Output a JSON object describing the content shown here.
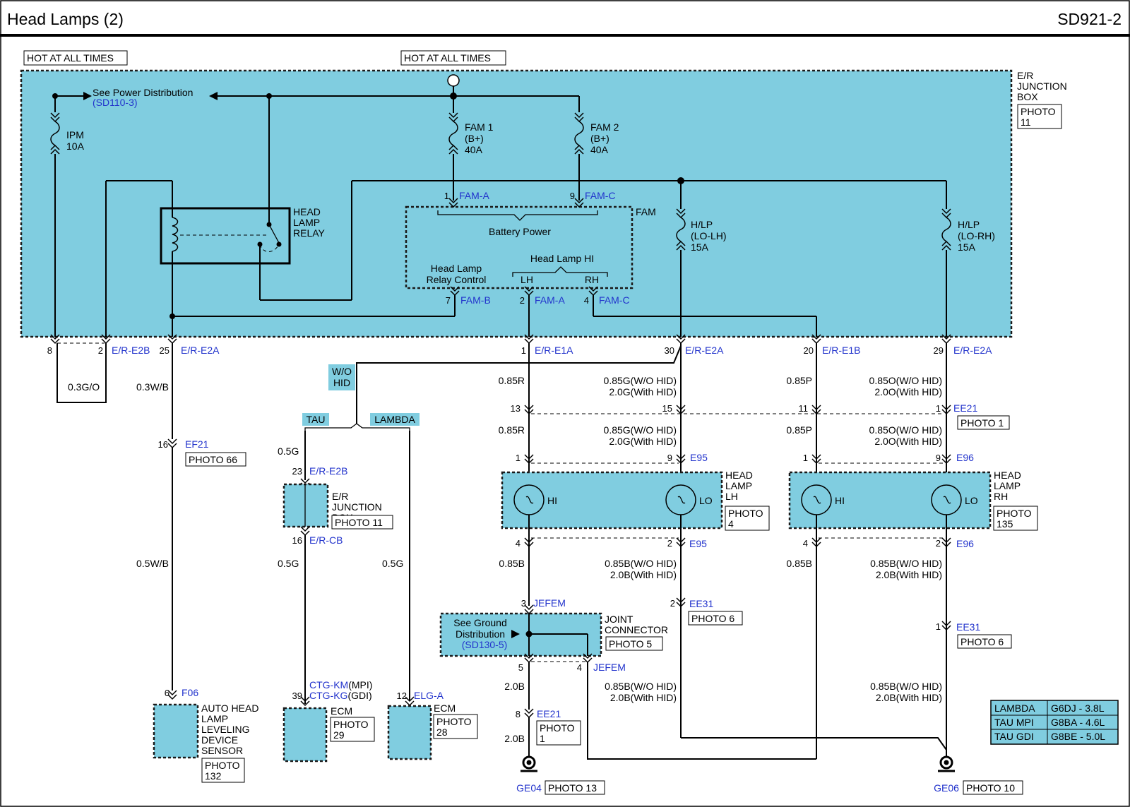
{
  "header": {
    "title": "Head Lamps (2)",
    "page_code": "SD921-2"
  },
  "top": {
    "hot_left": "HOT AT ALL TIMES",
    "hot_center": "HOT AT ALL TIMES"
  },
  "er_junction_box": {
    "label_1": "E/R",
    "label_2": "JUNCTION",
    "label_3": "BOX",
    "photo_1": "PHOTO",
    "photo_2": "11"
  },
  "power_dist": {
    "label": "See Power Distribution",
    "ref": "(SD110-3)"
  },
  "fuses": {
    "ipm": {
      "name": "IPM",
      "rating": "10A"
    },
    "fam1": {
      "name": "FAM 1",
      "sub": "(B+)",
      "rating": "40A"
    },
    "fam2": {
      "name": "FAM 2",
      "sub": "(B+)",
      "rating": "40A"
    },
    "hlp_lh": {
      "name": "H/LP",
      "sub": "(LO-LH)",
      "rating": "15A"
    },
    "hlp_rh": {
      "name": "H/LP",
      "sub": "(LO-RH)",
      "rating": "15A"
    }
  },
  "relay": {
    "line_1": "HEAD",
    "line_2": "LAMP",
    "line_3": "RELAY"
  },
  "fam": {
    "label": "FAM",
    "battery_power": "Battery Power",
    "relay_control_1": "Head Lamp",
    "relay_control_2": "Relay Control",
    "head_lamp_hi": "Head Lamp HI",
    "lh": "LH",
    "rh": "RH",
    "pins": [
      {
        "num": "1",
        "conn": "FAM-A"
      },
      {
        "num": "9",
        "conn": "FAM-C"
      },
      {
        "num": "7",
        "conn": "FAM-B"
      },
      {
        "num": "2",
        "conn": "FAM-A"
      },
      {
        "num": "4",
        "conn": "FAM-C"
      }
    ]
  },
  "bottom_pins": [
    {
      "num": "8",
      "conn": ""
    },
    {
      "num": "2",
      "conn": "E/R-E2B"
    },
    {
      "num": "25",
      "conn": "E/R-E2A"
    },
    {
      "num": "1",
      "conn": "E/R-E1A"
    },
    {
      "num": "30",
      "conn": "E/R-E2A"
    },
    {
      "num": "20",
      "conn": "E/R-E1B"
    },
    {
      "num": "29",
      "conn": "E/R-E2A"
    }
  ],
  "wires": {
    "w_03go": "0.3G/O",
    "w_03wb": "0.3W/B",
    "w_05wb": "0.5W/B",
    "w_05g_a": "0.5G",
    "w_05g_b": "0.5G",
    "w_05g_c": "0.5G",
    "w_085r_a": "0.85R",
    "w_085r_b": "0.85R",
    "w_g_woh_a": "0.85G(W/O HID)",
    "w_g_wh_a": "2.0G(With HID)",
    "w_g_woh_b": "0.85G(W/O HID)",
    "w_g_wh_b": "2.0G(With HID)",
    "w_085p_a": "0.85P",
    "w_085p_b": "0.85P",
    "w_o_woh_a": "0.85O(W/O HID)",
    "w_o_wh_a": "2.0O(With HID)",
    "w_o_woh_b": "0.85O(W/O HID)",
    "w_o_wh_b": "2.0O(With HID)",
    "w_085b_a": "0.85B",
    "w_085b_b": "0.85B",
    "w_b_woh_a": "0.85B(W/O HID)",
    "w_b_wh_a": "2.0B(With HID)",
    "w_b_woh_b": "0.85B(W/O HID)",
    "w_b_wh_b": "2.0B(With HID)",
    "w_b_woh_c": "0.85B(W/O HID)",
    "w_b_wh_c": "2.0B(With HID)",
    "w_b_woh_d": "0.85B(W/O HID)",
    "w_b_wh_d": "2.0B(With HID)",
    "w_20b_a": "2.0B",
    "w_20b_b": "2.0B"
  },
  "variants": {
    "wo_hid_1": "W/O",
    "wo_hid_2": "HID",
    "tau": "TAU",
    "lambda": "LAMBDA"
  },
  "connectors": {
    "ef21": {
      "pin": "16",
      "name": "EF21",
      "photo": "PHOTO 66"
    },
    "er_e2b_23": {
      "pin": "23",
      "name": "E/R-E2B"
    },
    "er_cb_16": {
      "pin": "16",
      "name": "E/R-CB"
    },
    "er_jb2": {
      "l1": "E/R",
      "l2": "JUNCTION",
      "l3": "BOX",
      "photo": "PHOTO 11"
    },
    "ee21_top": {
      "p13": "13",
      "p15": "15",
      "p11": "11",
      "p1": "1",
      "name": "EE21",
      "photo": "PHOTO 1"
    },
    "e95_top": {
      "p1": "1",
      "p9": "9",
      "name": "E95"
    },
    "e95_bot": {
      "p4": "4",
      "p2": "2",
      "name": "E95"
    },
    "e96_top": {
      "p1": "1",
      "p9": "9",
      "name": "E96"
    },
    "e96_bot": {
      "p4": "4",
      "p2": "2",
      "name": "E96"
    },
    "ee31_a": {
      "pin": "2",
      "name": "EE31",
      "photo": "PHOTO 6"
    },
    "ee31_b": {
      "pin": "1",
      "name": "EE31",
      "photo": "PHOTO 6"
    },
    "jefem_3": {
      "pin": "3",
      "name": "JEFEM"
    },
    "jefem_5": {
      "pin": "5"
    },
    "jefem_4": {
      "pin": "4",
      "name": "JEFEM"
    },
    "ee21_bot": {
      "pin": "8",
      "name": "EE21",
      "photo_1": "PHOTO",
      "photo_2": "1"
    },
    "f06": {
      "pin": "6",
      "name": "F06"
    },
    "ctg": {
      "pin": "39",
      "name_1": "CTG-KM",
      "suffix_1": "(MPI)",
      "name_2": "CTG-KG",
      "suffix_2": "(GDI)"
    },
    "elg": {
      "pin": "12",
      "name": "ELG-A"
    }
  },
  "lamps": {
    "lh": {
      "hi": "HI",
      "lo": "LO",
      "l1": "HEAD",
      "l2": "LAMP",
      "l3": "LH",
      "photo_1": "PHOTO",
      "photo_2": "4"
    },
    "rh": {
      "hi": "HI",
      "lo": "LO",
      "l1": "HEAD",
      "l2": "LAMP",
      "l3": "RH",
      "photo_1": "PHOTO",
      "photo_2": "135"
    }
  },
  "joint": {
    "ground_1": "See Ground",
    "ground_2": "Distribution",
    "ground_ref": "(SD130-5)",
    "l1": "JOINT",
    "l2": "CONNECTOR",
    "photo": "PHOTO 5"
  },
  "sensor": {
    "l1": "AUTO HEAD",
    "l2": "LAMP",
    "l3": "LEVELING",
    "l4": "DEVICE",
    "l5": "SENSOR",
    "photo_1": "PHOTO",
    "photo_2": "132"
  },
  "ecm_tau": {
    "name": "ECM",
    "photo_1": "PHOTO",
    "photo_2": "29"
  },
  "ecm_lambda": {
    "name": "ECM",
    "photo_1": "PHOTO",
    "photo_2": "28"
  },
  "grounds": {
    "ge04": {
      "name": "GE04",
      "photo": "PHOTO 13"
    },
    "ge06": {
      "name": "GE06",
      "photo": "PHOTO 10"
    }
  },
  "legend": [
    {
      "model": "LAMBDA",
      "engine": "G6DJ - 3.8L"
    },
    {
      "model": "TAU MPI",
      "engine": "G8BA - 4.6L"
    },
    {
      "model": "TAU GDI",
      "engine": "G8BE - 5.0L"
    }
  ],
  "colors": {
    "junction_fill": "#80cde0",
    "connector_text": "#2233cc"
  }
}
